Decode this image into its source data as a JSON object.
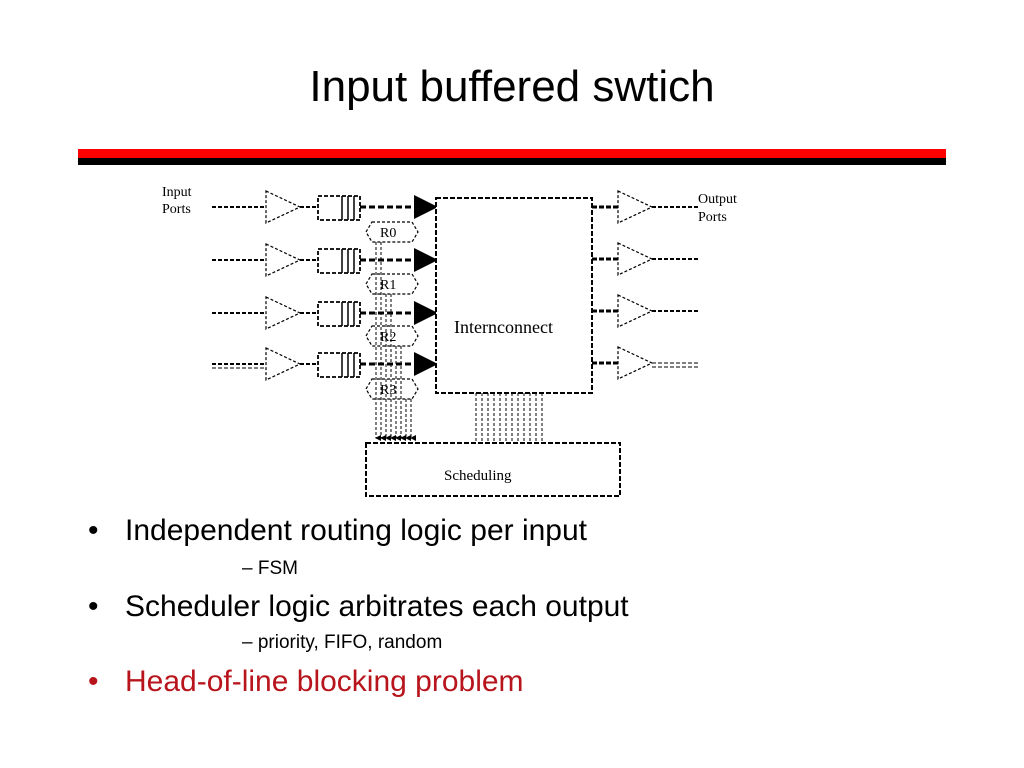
{
  "slide": {
    "title": "Input buffered swtich"
  },
  "diagram": {
    "input_label_line1": "Input",
    "input_label_line2": "Ports",
    "output_label_line1": "Output",
    "output_label_line2": "Ports",
    "routers": [
      "R0",
      "R1",
      "R2",
      "R3"
    ],
    "interconnect_label": "Internconnect",
    "scheduling_label": "Scheduling"
  },
  "bullets": [
    {
      "text": "Independent routing logic per input",
      "sub": "FSM",
      "color": "#000000"
    },
    {
      "text": "Scheduler logic arbitrates each output",
      "sub": "priority, FIFO, random",
      "color": "#000000"
    },
    {
      "text": "Head-of-line blocking problem",
      "color": "#b8141c"
    }
  ]
}
